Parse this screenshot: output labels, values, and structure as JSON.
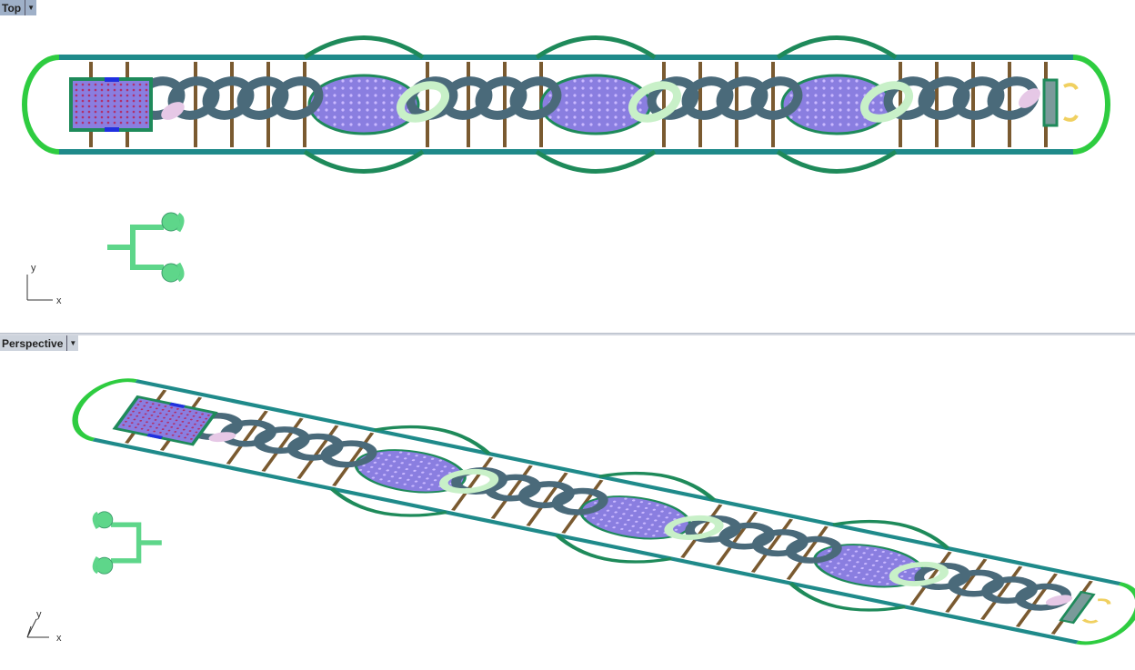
{
  "viewports": [
    {
      "name": "Top",
      "axis_x": "x",
      "axis_y": "y"
    },
    {
      "name": "Perspective",
      "axis_x": "x",
      "axis_y": "y"
    }
  ],
  "icons": {
    "dropdown": "triangle-down-icon"
  },
  "colors": {
    "rail": "#1f8a8a",
    "end_cap": "#2ecc40",
    "oval_frame": "#1e8a5a",
    "chain_link": "#4a6a7a",
    "pave_pad": "#8a7ee0",
    "connector_link": "#c8f0c8",
    "rung": "#7a5a30",
    "clasp": "#5ed68a",
    "active_tab": "#9fb0c8"
  }
}
